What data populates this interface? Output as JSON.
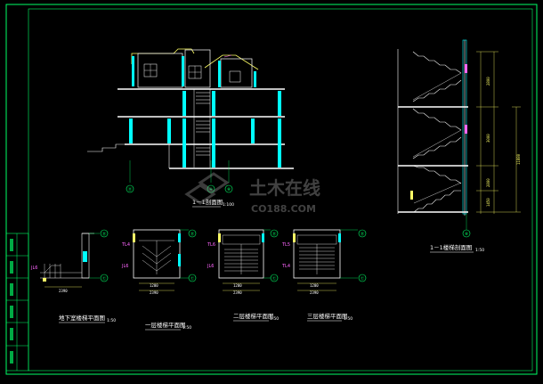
{
  "section_1_1": {
    "title": "1－1剖面图",
    "scale": "1:100",
    "axes": [
      "⑪",
      "④",
      "⑧"
    ]
  },
  "stair_section": {
    "title": "1－1楼梯剖面图",
    "scale": "1:50",
    "axis": "⑧",
    "dims_right": [
      "1450",
      "2800",
      "3000",
      "2800"
    ],
    "dims_far": [
      "11880"
    ]
  },
  "plans": [
    {
      "title": "地下室楼梯平面图",
      "scale": "1:50",
      "dims": [
        "2390"
      ],
      "tags": [
        "JL6"
      ],
      "axes": [
        "Ⓓ",
        "Ⓒ"
      ]
    },
    {
      "title": "一层楼梯平面图",
      "scale": "1:50",
      "dims": [
        "1200",
        "2390"
      ],
      "tags": [
        "TL4",
        "JL6"
      ],
      "axes": [
        "Ⓓ",
        "Ⓒ"
      ]
    },
    {
      "title": "二层楼梯平面图",
      "scale": "1:50",
      "dims": [
        "1200",
        "2390"
      ],
      "tags": [
        "TL6",
        "JL6"
      ],
      "axes": [
        "Ⓓ",
        "Ⓒ"
      ]
    },
    {
      "title": "三层楼梯平面图",
      "scale": "1:50",
      "dims": [
        "1200",
        "2390"
      ],
      "tags": [
        "TL5",
        "TL4"
      ],
      "axes": [
        "Ⓓ",
        "Ⓒ"
      ]
    }
  ],
  "watermark": {
    "main": "土木在线",
    "sub": "CO188.COM"
  },
  "title_block": {
    "cells": [
      "",
      "",
      "",
      "",
      "",
      ""
    ]
  },
  "colors": {
    "background": "#000000",
    "border": "#00ff66",
    "walls": "#ffffff",
    "columns": "#00ffff",
    "labels": "#ffff66",
    "tags": "#ff66ff",
    "axis_bubbles": "#00ff66"
  }
}
